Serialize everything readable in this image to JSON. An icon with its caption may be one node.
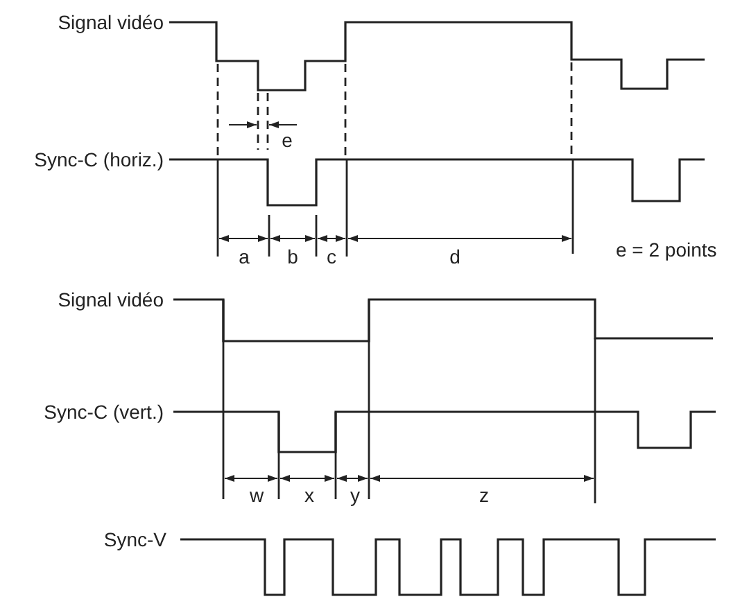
{
  "diagram": {
    "labels": [
      "Signal vidéo",
      "e",
      "Sync-C (horiz.)",
      "a",
      "b",
      "c",
      "d",
      "e = 2 points",
      "Signal vidéo",
      "Sync-C (vert.)",
      "w",
      "x",
      "y",
      "z",
      "Sync-V"
    ]
  }
}
